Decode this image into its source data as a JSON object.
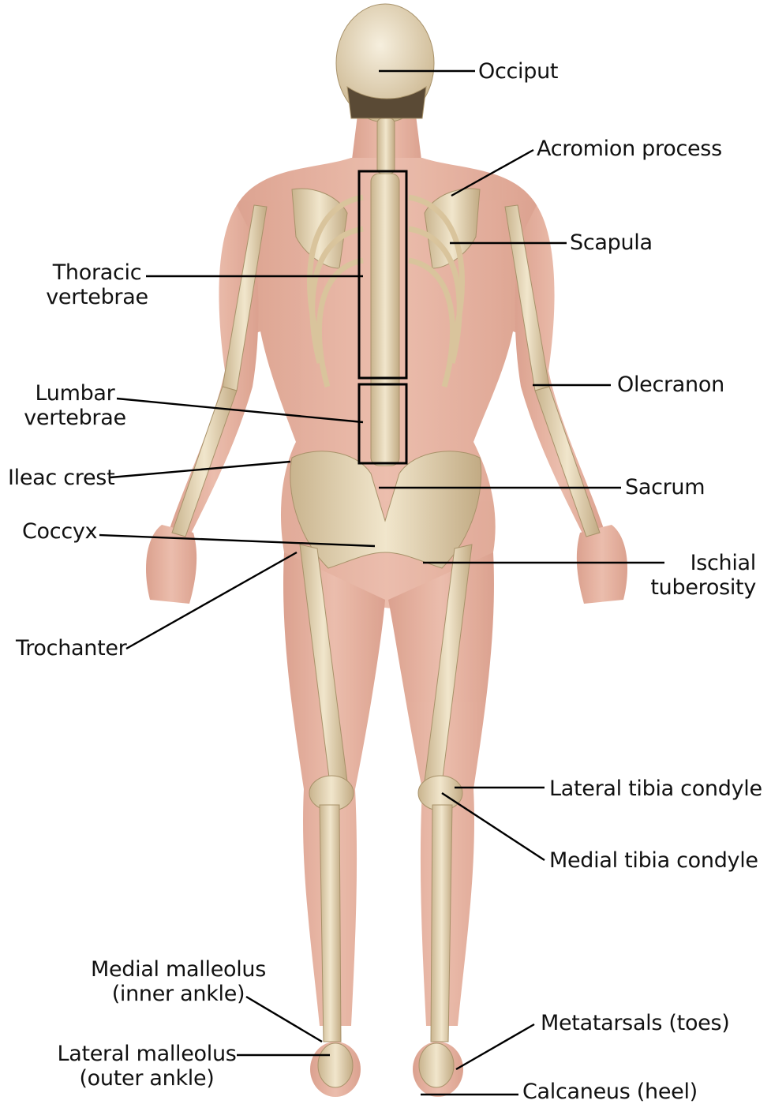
{
  "figure": {
    "background": "#ffffff",
    "skin_color": "#e3a894",
    "bone_color": "#e9dcbd",
    "leader_color": "#000000",
    "labels": {
      "occiput": "Occiput",
      "acromion": "Acromion process",
      "scapula": "Scapula",
      "thoracic_1": "Thoracic",
      "thoracic_2": "vertebrae",
      "olecranon": "Olecranon",
      "lumbar_1": "Lumbar",
      "lumbar_2": "vertebrae",
      "ileac": "Ileac crest",
      "sacrum": "Sacrum",
      "coccyx": "Coccyx",
      "ischial_1": "Ischial",
      "ischial_2": "tuberosity",
      "trochanter": "Trochanter",
      "lateral_tibia": "Lateral tibia condyle",
      "medial_tibia": "Medial tibia condyle",
      "medial_malleolus_1": "Medial malleolus",
      "medial_malleolus_2": "(inner ankle)",
      "metatarsals": "Metatarsals (toes)",
      "lateral_malleolus_1": "Lateral malleolus",
      "lateral_malleolus_2": "(outer ankle)",
      "calcaneus": "Calcaneus (heel)"
    }
  }
}
